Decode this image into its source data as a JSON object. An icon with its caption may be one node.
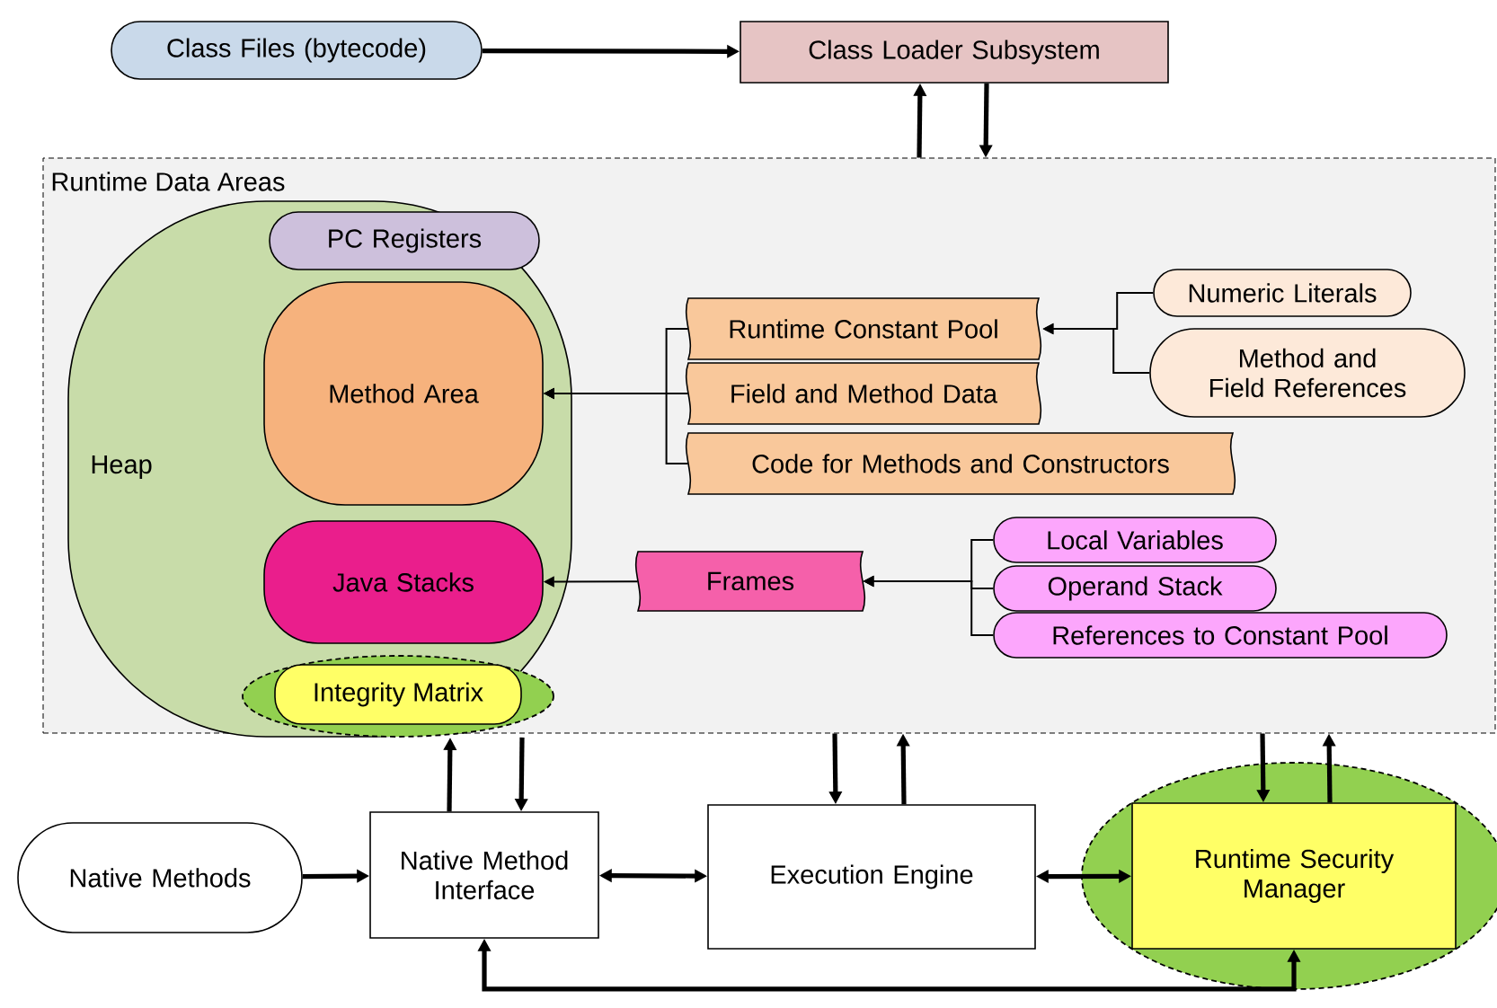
{
  "diagram": {
    "nodes": [
      {
        "text": [
          "Class Files (bytecode)"
        ]
      },
      {
        "text": [
          "Class Loader Subsystem"
        ]
      },
      {
        "text": [
          "Runtime Data Areas"
        ]
      },
      {
        "text": [
          "Heap"
        ],
        "in": 2
      },
      {
        "text": [
          "PC Registers"
        ],
        "in": 3
      },
      {
        "text": [
          "Method Area"
        ],
        "in": 3
      },
      {
        "text": [
          "Java Stacks"
        ],
        "in": 3
      },
      {
        "text": [
          "Integrity Matrix"
        ],
        "in": 3
      },
      {
        "text": [
          "Runtime Constant Pool"
        ],
        "in": 2
      },
      {
        "text": [
          "Field and Method Data"
        ],
        "in": 2
      },
      {
        "text": [
          "Code for Methods and Constructors"
        ],
        "in": 2
      },
      {
        "text": [
          "Numeric Literals"
        ],
        "in": 2
      },
      {
        "text": [
          "Method and Field References"
        ],
        "in": 2
      },
      {
        "text": [
          "Frames"
        ],
        "in": 2
      },
      {
        "text": [
          "Local Variables"
        ],
        "in": 2
      },
      {
        "text": [
          "Operand Stack"
        ],
        "in": 2
      },
      {
        "text": [
          "References to Constant Pool"
        ],
        "in": 2
      },
      {
        "text": [
          "Native Methods"
        ]
      },
      {
        "text": [
          "Native Method Interface"
        ]
      },
      {
        "text": [
          "Execution Engine"
        ]
      },
      {
        "text": [
          "Runtime Security Manager"
        ]
      }
    ],
    "edges": [
      {
        "from": 0,
        "to": 1,
        "arrow": "to"
      },
      {
        "from": 2,
        "to": 1,
        "arrow": "to"
      },
      {
        "from": 1,
        "to": 2,
        "arrow": "to"
      },
      {
        "from": 8,
        "to": 5,
        "arrow": "to"
      },
      {
        "from": 9,
        "to": 5,
        "arrow": "to"
      },
      {
        "from": 10,
        "to": 5,
        "arrow": "to"
      },
      {
        "from": 11,
        "to": 8,
        "arrow": "to"
      },
      {
        "from": 12,
        "to": 8,
        "arrow": "to"
      },
      {
        "from": 13,
        "to": 6,
        "arrow": "to"
      },
      {
        "from": 14,
        "to": 13,
        "arrow": "to"
      },
      {
        "from": 15,
        "to": 13,
        "arrow": "to"
      },
      {
        "from": 16,
        "to": 13,
        "arrow": "to"
      },
      {
        "from": 18,
        "to": 7,
        "arrow": "to"
      },
      {
        "from": 7,
        "to": 18,
        "arrow": "to"
      },
      {
        "from": 17,
        "to": 18,
        "arrow": "to"
      },
      {
        "from": 18,
        "to": 19,
        "arrow": "both"
      },
      {
        "from": 19,
        "to": 20,
        "arrow": "both"
      },
      {
        "from": 2,
        "to": 19,
        "arrow": "to"
      },
      {
        "from": 19,
        "to": 2,
        "arrow": "to"
      },
      {
        "from": 2,
        "to": 20,
        "arrow": "to"
      },
      {
        "from": 20,
        "to": 2,
        "arrow": "to"
      },
      {
        "from": 20,
        "to": 18,
        "arrow": "both"
      }
    ]
  }
}
